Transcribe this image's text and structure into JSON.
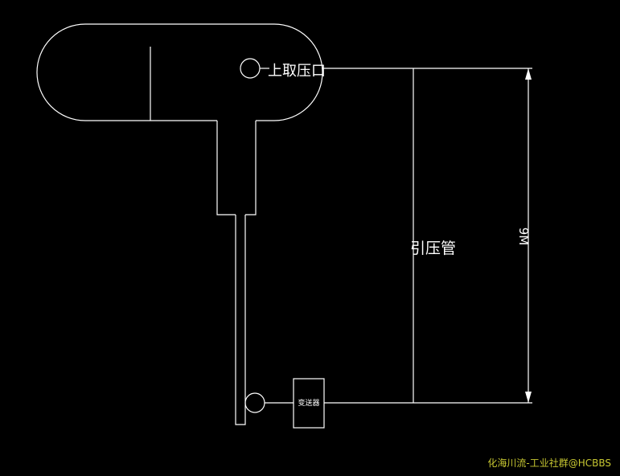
{
  "labels": {
    "upper_tap": "上取压口",
    "impulse_line": "引压管",
    "height": "9M",
    "transmitter": "变送器"
  },
  "watermark": "化海川流-工业社群@HCBBS",
  "colors": {
    "background": "#000000",
    "lines": "#ffffff",
    "watermark": "#c8c832"
  }
}
